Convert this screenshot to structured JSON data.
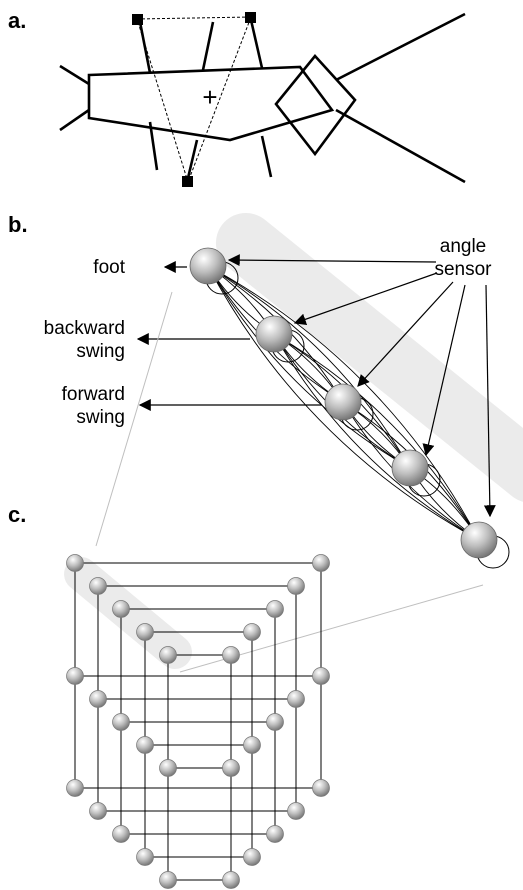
{
  "panels": {
    "a": "a.",
    "b": "b.",
    "c": "c."
  },
  "labels": {
    "foot": "foot",
    "backward_1": "backward",
    "backward_2": "swing",
    "forward_1": "forward",
    "forward_2": "swing",
    "sensor_1": "angle",
    "sensor_2": "sensor"
  },
  "panel_a": {
    "center_marker": "+"
  },
  "panel_b": {
    "node_count": 5
  },
  "panel_c": {
    "columns_per_side": 5,
    "layers": 3
  },
  "colors": {
    "shading": "#ebebeb",
    "line": "#000000",
    "node_light": "#ffffff",
    "node_dark": "#6e6e6e"
  }
}
